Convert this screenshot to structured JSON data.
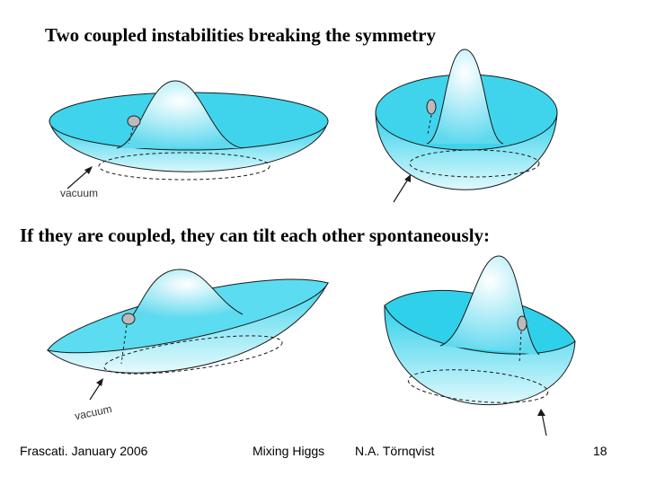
{
  "slide": {
    "title": "Two coupled  instabilities breaking the symmetry",
    "subtitle": "If they are coupled, they can  tilt each other spontaneously:"
  },
  "panels": [
    {
      "label": "vacuum"
    },
    {
      "label": ""
    },
    {
      "label": "vacuum"
    },
    {
      "label": ""
    }
  ],
  "footer": {
    "conference": "Frascati.  January 2006",
    "topic": "Mixing Higgs",
    "author": "N.A. Törnqvist",
    "page": "18"
  },
  "colors": {
    "surface": "#4fd8ee",
    "surface_light": "#c8f4fb",
    "outline": "#1a1a1a",
    "ball": "#bbbbbb"
  }
}
